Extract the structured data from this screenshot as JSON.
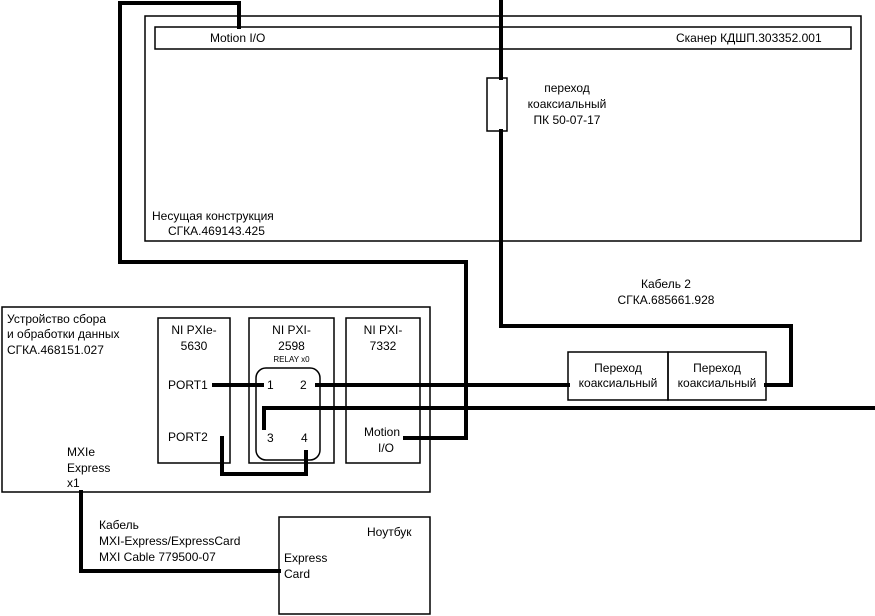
{
  "scanner": {
    "motion_io": "Motion I/O",
    "name": "Сканер КДШП.303352.001"
  },
  "frame": {
    "line1": "Несущая конструкция",
    "line2": "СГКА.469143.425"
  },
  "adapter_top": {
    "line1": "переход",
    "line2": "коаксиальный",
    "line3": "ПК 50-07-17"
  },
  "cable2": {
    "line1": "Кабель 2",
    "line2": "СГКА.685661.928"
  },
  "device": {
    "line1": "Устройство сбора",
    "line2": "и обработки данных",
    "line3": "СГКА.468151.027",
    "mxie1": "MXIe",
    "mxie2": "Express",
    "mxie3": "x1"
  },
  "pxie5630": {
    "name1": "NI PXIe-",
    "name2": "5630",
    "port1": "PORT1",
    "port2": "PORT2"
  },
  "pxi2598": {
    "name1": "NI PXI-",
    "name2": "2598",
    "relay": "RELAY x0",
    "t1": "1",
    "t2": "2",
    "t3": "3",
    "t4": "4"
  },
  "pxi7332": {
    "name1": "NI PXI-",
    "name2": "7332",
    "motion1": "Motion",
    "motion2": "I/O"
  },
  "adapter1": {
    "line1": "Переход",
    "line2": "коаксиальный"
  },
  "adapter2": {
    "line1": "Переход",
    "line2": "коаксиальный"
  },
  "cable_mxi": {
    "line1": "Кабель",
    "line2": "MXI-Express/ExpressCard",
    "line3": "MXI Cable 779500-07"
  },
  "laptop": {
    "name": "Ноутбук",
    "card1": "Express",
    "card2": "Card"
  }
}
